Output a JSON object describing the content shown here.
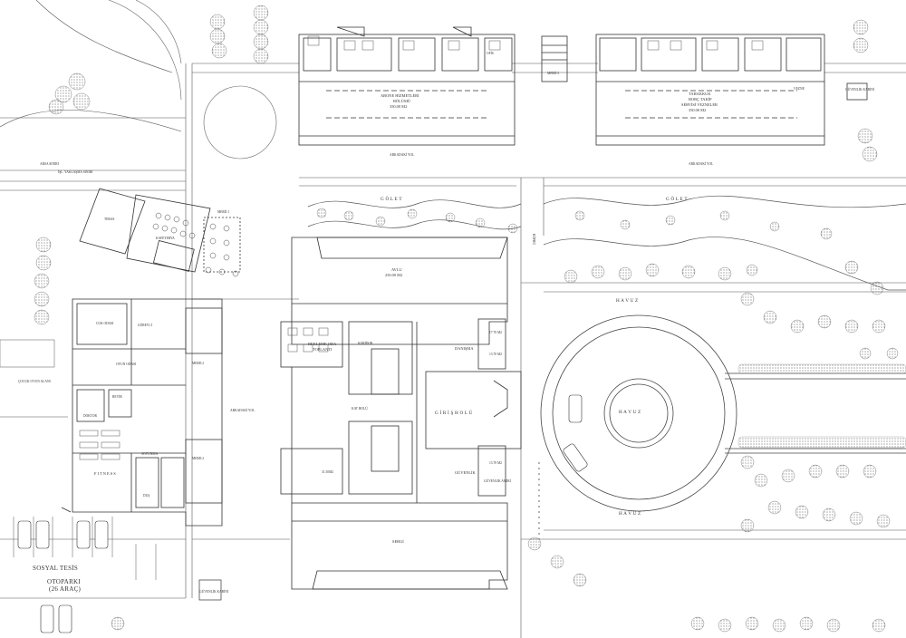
{
  "labels": {
    "abone": "ABONE HİZMETLERİ",
    "abone_sub": "BÖLÜMÜ",
    "abone_area": "350.00 M2",
    "tahakkuk": "TAHAKKUK",
    "tahakkuk_sub": "BORÇ TAKİP",
    "tahakkuk_sub2": "SERVİSİ VEZNELER",
    "tahakkuk_area": "350.00 M2",
    "merdiven3": "MERD.3",
    "vezne": "VEZNE",
    "ofis": "OFİS",
    "guvenlik_top": "GÜVENLİK KABİNİ",
    "arkadaki_yol_a": "ARKADAKİ YOL",
    "arkadaki_yol_b": "ARKADAKİ YOL",
    "arka_sinir": "ARSA SINIRI",
    "yaklasma": "İŞL. YAKLAŞMA SINIRI",
    "golet_a": "G Ö L E T",
    "golet_b": "G Ö L E T",
    "kopru": "KÖPRÜ",
    "teras": "TERAS",
    "kafeterya": "KAFETERYA",
    "merdiven1": "MERD.1",
    "avlu": "AVLU",
    "avlu_area": "250.00 M2",
    "havuz_top": "H A V U Z",
    "havuz_mid": "H A V U Z",
    "havuz_bottom": "H A V U Z",
    "bekleme": "BEKLEME ODA",
    "bekleme_sub": "TOPLANTI",
    "danisma": "DANIŞMA",
    "ofis_area1": "17.70 M2",
    "ofis_area2": "13.70 M2",
    "giris_holu": "G İ R İ Ş  H O L Ü",
    "kat_holu": "KAT HOLÜ",
    "koridor": "KORİDOR",
    "guvenlik": "GÜVENLİK",
    "guvenlik_amiri": "GÜVENLİK AMİRİ",
    "ofis_area3": "13.70 M2",
    "ofis_area4": "31.50M2",
    "sergi": "SERGİ",
    "cocuk_oyun": "ÇOCUK OYUN ALANI",
    "cuk_odasi": "CUK ODASI",
    "gorevli": "GÖREVLİ",
    "oyun_odasi": "OYUN ODASI",
    "revir": "REVİR",
    "doktor": "DOKTOR",
    "fitness": "F I T N E S S",
    "soyunma": "SOYUNMA",
    "dus": "DUŞ",
    "merdiven2a": "MERD.2",
    "merdiven2b": "MERD.2",
    "arkadaki_yol_c": "ARKADAKİ YOL",
    "guvenlik_bot": "GÜVENLİK KABİNİ",
    "sosyal": "SOSYAL TESİS",
    "otopark": "OTOPARKI",
    "otopark_sub": "(26 ARAÇ)"
  },
  "colors": {
    "line": "#333333",
    "tree": "#555555",
    "paper": "#ffffff"
  }
}
